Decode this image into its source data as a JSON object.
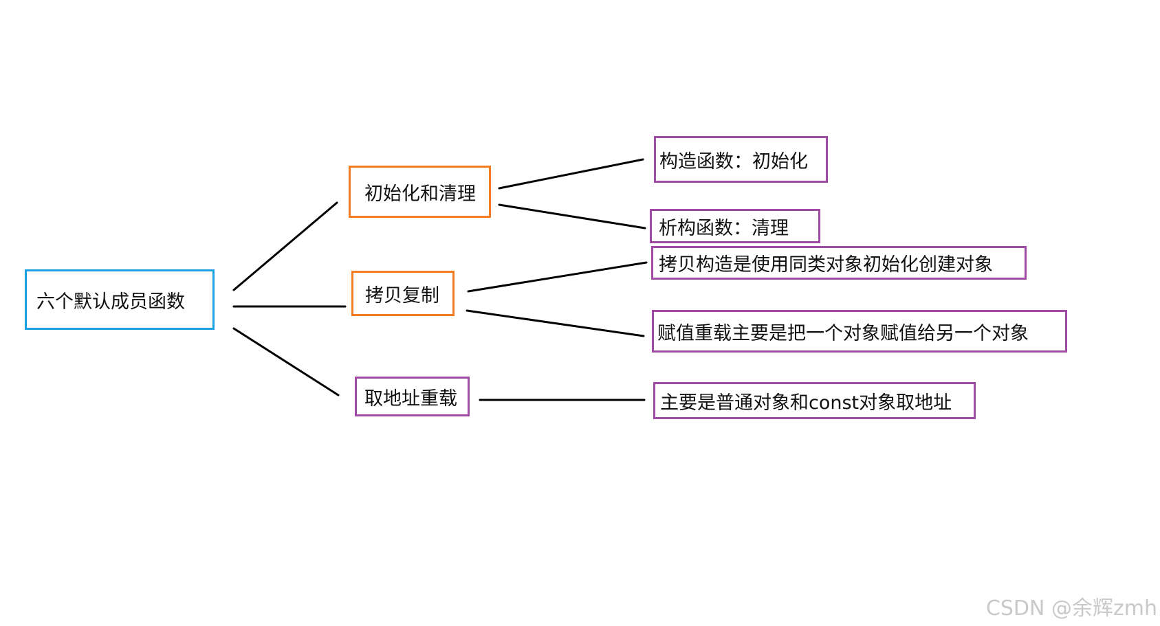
{
  "diagram": {
    "root": {
      "label": "六个默认成员函数"
    },
    "branches": [
      {
        "label": "初始化和清理",
        "color": "#f47c20",
        "leaves": [
          {
            "label": "构造函数：初始化"
          },
          {
            "label": "析构函数：清理"
          }
        ]
      },
      {
        "label": "拷贝复制",
        "color": "#f47c20",
        "leaves": [
          {
            "label": "拷贝构造是使用同类对象初始化创建对象"
          },
          {
            "label": "赋值重载主要是把一个对象赋值给另一个对象"
          }
        ]
      },
      {
        "label": "取地址重载",
        "color": "#a04aa6",
        "leaves": [
          {
            "label": "主要是普通对象和const对象取地址"
          }
        ]
      }
    ],
    "colors": {
      "root_border": "#1ba1e2",
      "orange_border": "#f47c20",
      "purple_border": "#a04aa6",
      "connector": "#000000"
    }
  },
  "watermark": "CSDN @余辉zmh"
}
